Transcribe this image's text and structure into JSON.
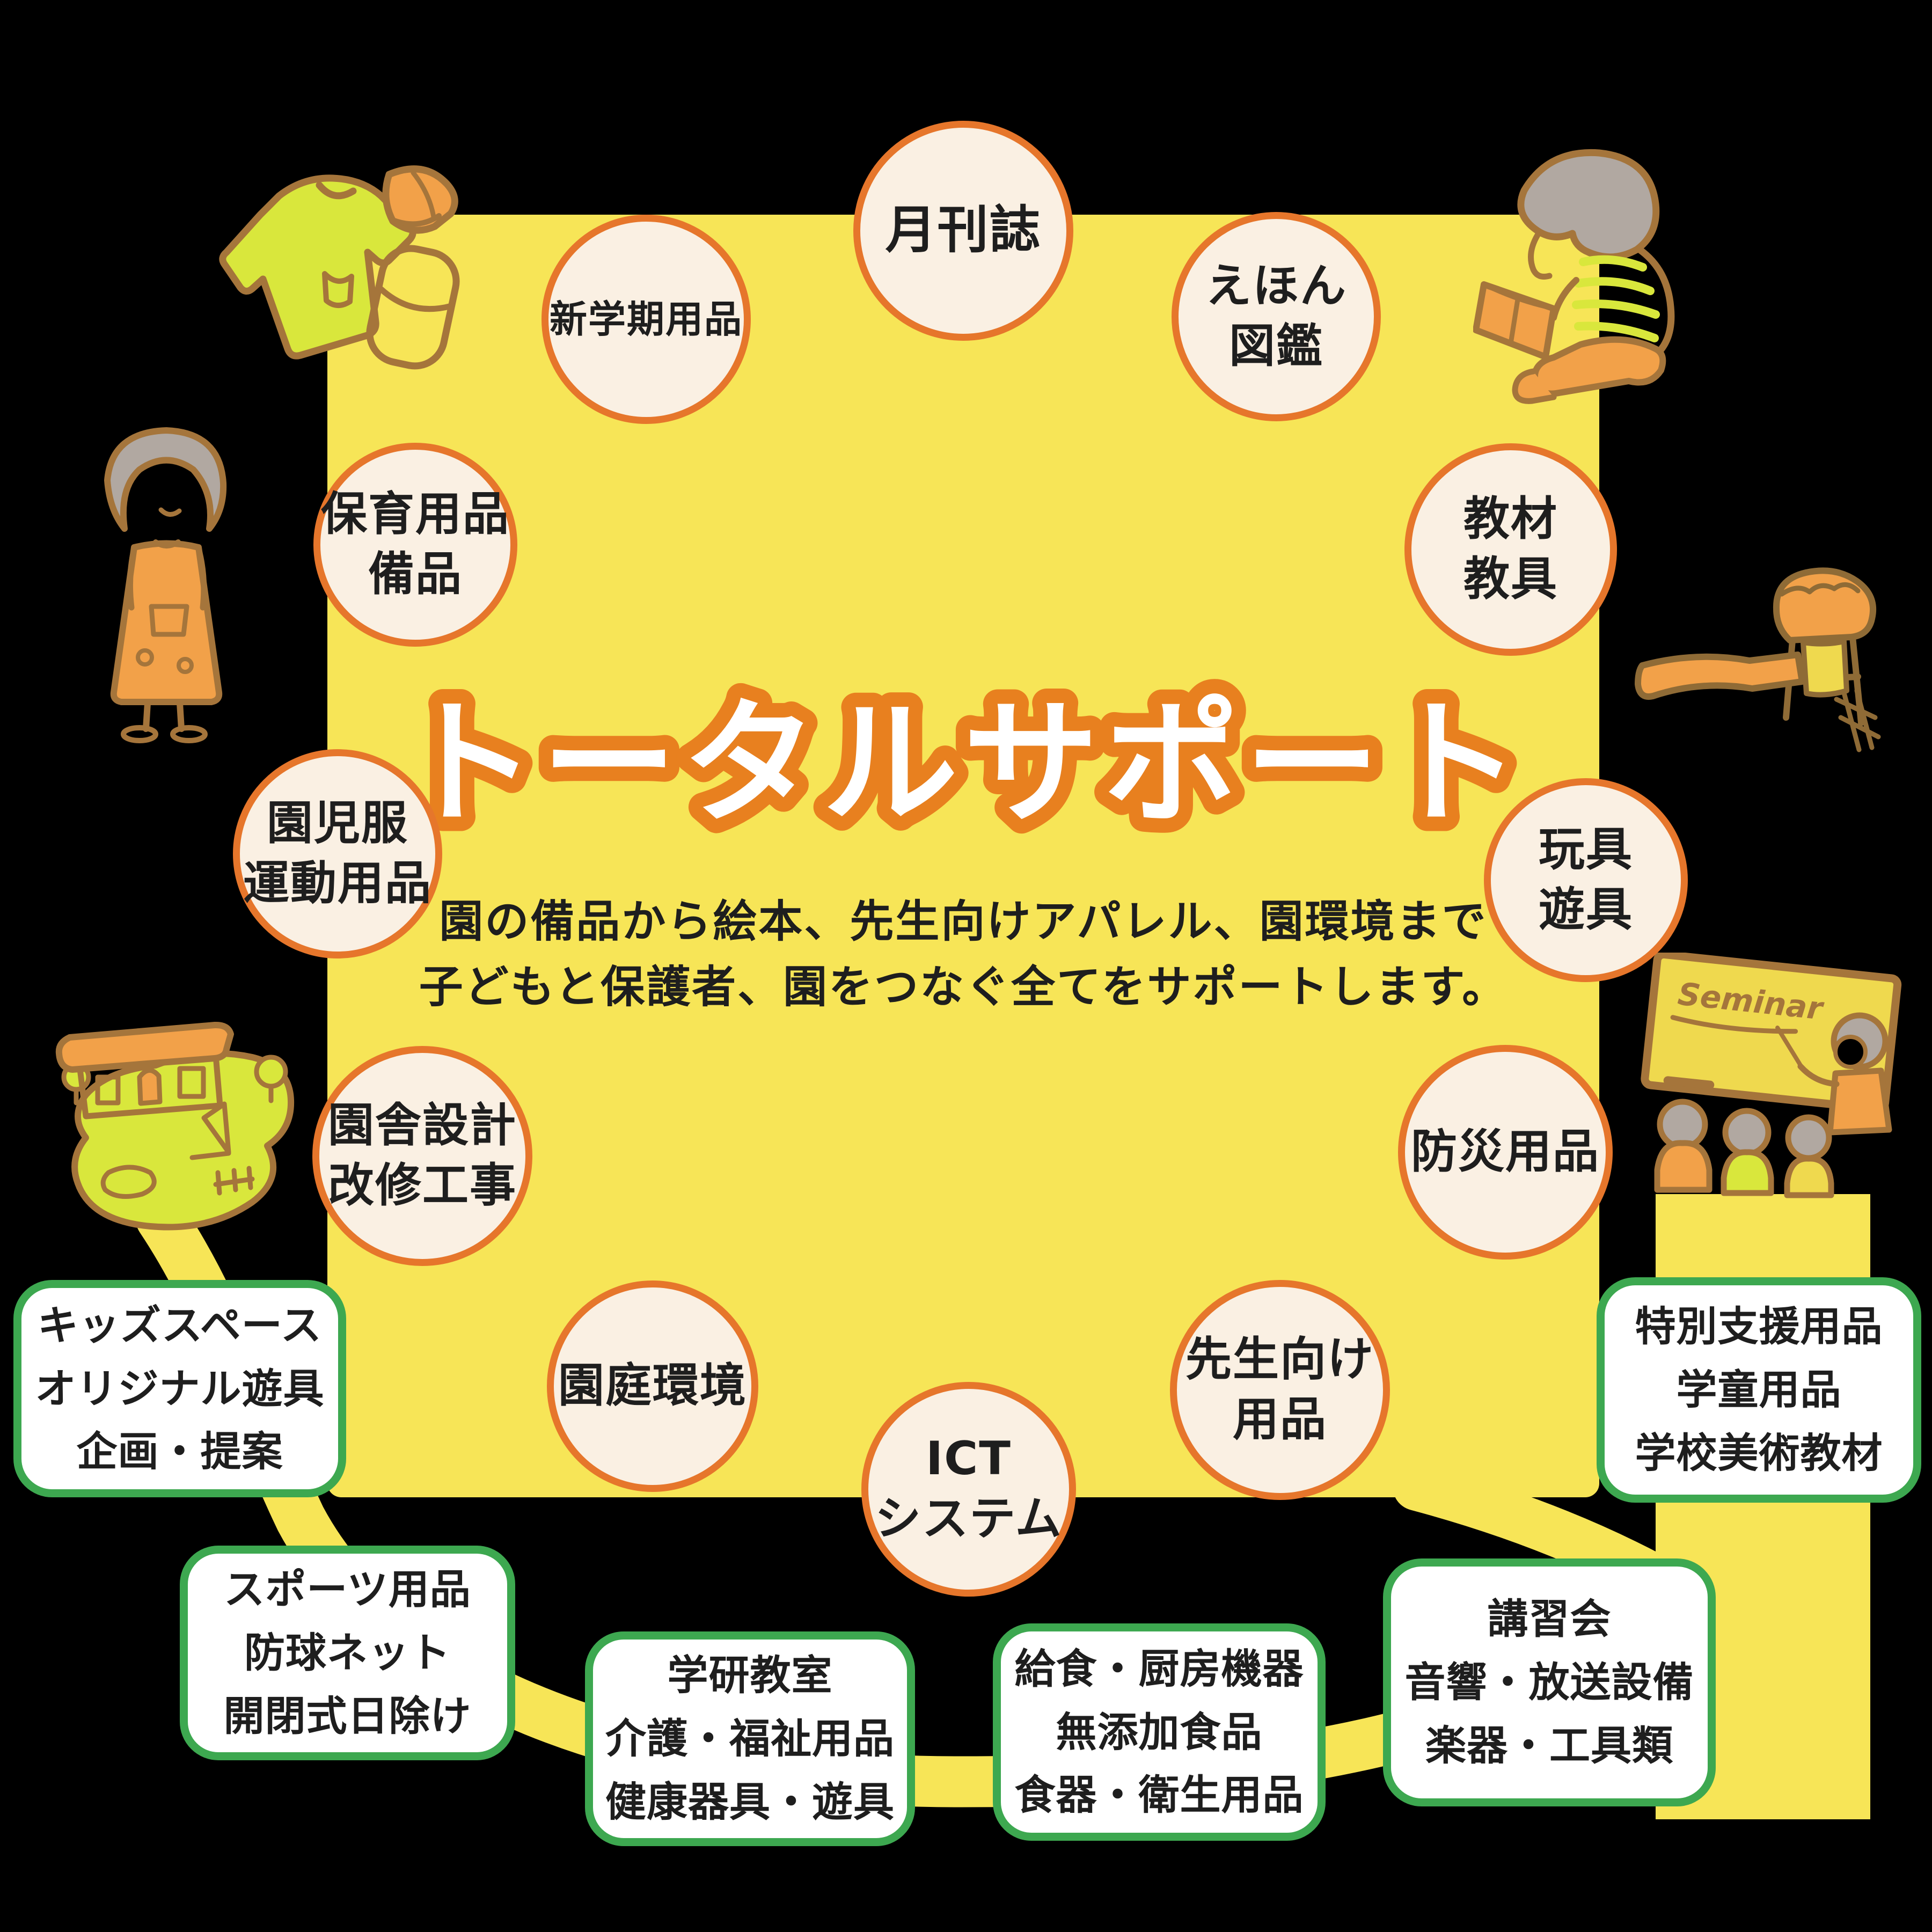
{
  "page": {
    "background_color": "#000000"
  },
  "colors": {
    "panel_yellow": "#F7E557",
    "ribbon_yellow": "#F7E557",
    "circle_fill": "#FAF0E3",
    "circle_border_orange": "#E6762B",
    "box_fill": "#FFFFFF",
    "box_border_green": "#3DA850",
    "title_fill": "#FFFFFF",
    "title_outline_orange": "#E8801F",
    "text_dark": "#1E1E1E",
    "illustration_outline_brown": "#A5753B",
    "illustration_orange": "#F2A149",
    "illustration_yellow_green": "#D9E73C",
    "hair_grey": "#B1A8A1",
    "board_yellow": "#EFD94E"
  },
  "title": {
    "text": "トータルサポート",
    "subtitle_line1": "園の備品から絵本、先生向けアパレル、園環境まで",
    "subtitle_line2": "子どもと保護者、園をつなぐ全てをサポートします。"
  },
  "circles": [
    {
      "id": "monthly-magazine",
      "label": "月刊誌"
    },
    {
      "id": "picture-books",
      "label": "えほん\n図鑑"
    },
    {
      "id": "teaching-materials",
      "label": "教材\n教具"
    },
    {
      "id": "toys-play-equipment",
      "label": "玩具\n遊具"
    },
    {
      "id": "disaster-goods",
      "label": "防災用品"
    },
    {
      "id": "teacher-goods",
      "label": "先生向け\n用品"
    },
    {
      "id": "ict-system",
      "label": "ICT\nシステム"
    },
    {
      "id": "garden-environment",
      "label": "園庭環境"
    },
    {
      "id": "building-design",
      "label": "園舎設計\n改修工事"
    },
    {
      "id": "uniforms-sportswear",
      "label": "園児服\n運動用品"
    },
    {
      "id": "childcare-supplies",
      "label": "保育用品\n備品"
    },
    {
      "id": "new-term-goods",
      "label": "新学期用品"
    }
  ],
  "boxes": [
    {
      "id": "kids-space",
      "label": "キッズスペース\nオリジナル遊具\n企画・提案"
    },
    {
      "id": "sports-goods",
      "label": "スポーツ用品\n防球ネット\n開閉式日除け"
    },
    {
      "id": "gakken-class",
      "label": "学研教室\n介護・福祉用品\n健康器具・遊具"
    },
    {
      "id": "school-lunch",
      "label": "給食・厨房機器\n無添加食品\n食器・衛生用品"
    },
    {
      "id": "seminars",
      "label": "講習会\n音響・放送設備\n楽器・工具類"
    },
    {
      "id": "special-support",
      "label": "特別支援用品\n学童用品\n学校美術教材"
    }
  ],
  "seminar": {
    "board_text": "Seminar"
  }
}
